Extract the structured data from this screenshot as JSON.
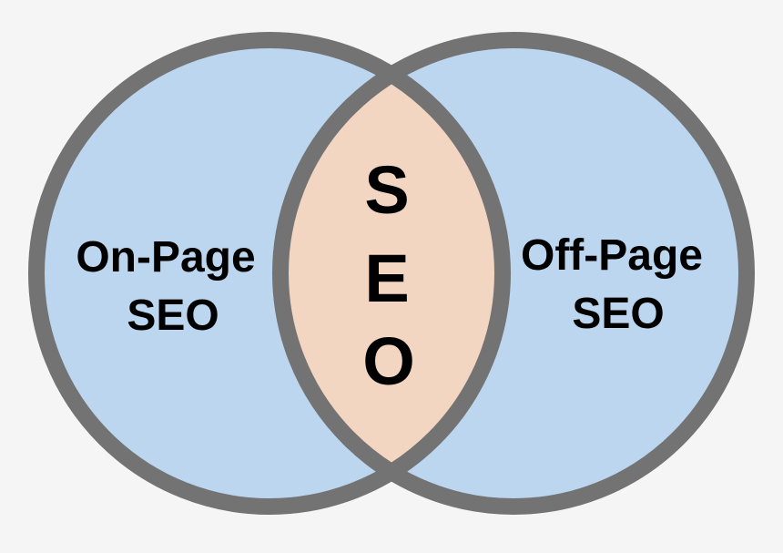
{
  "diagram": {
    "left_circle": {
      "label_line1": "On-Page",
      "label_line2": "SEO"
    },
    "right_circle": {
      "label_line1": "Off-Page",
      "label_line2": "SEO"
    },
    "intersection": {
      "letters": [
        "S",
        "E",
        "O"
      ]
    }
  },
  "colors": {
    "background": "#f5f5f5",
    "circle_fill": "#bcd6ef",
    "intersection_fill": "#f3d6c1",
    "outline": "#737373",
    "text": "#000000"
  }
}
